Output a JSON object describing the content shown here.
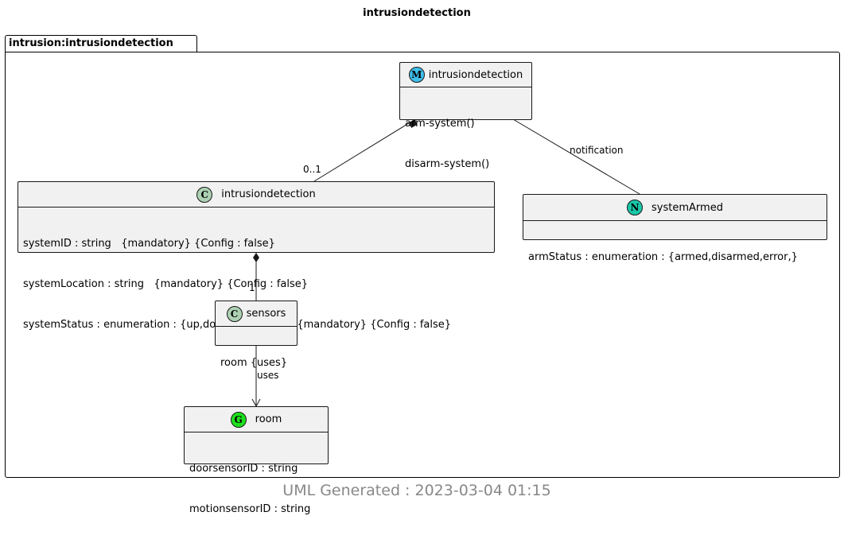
{
  "title": "intrusiondetection",
  "footer": "UML Generated : 2023-03-04 01:15",
  "package": {
    "label": "intrusion:intrusiondetection"
  },
  "nodes": {
    "module": {
      "badge": "M",
      "badge_color": "#3fbfea",
      "name": "intrusiondetection",
      "members": [
        "arm-system()",
        "disarm-system()"
      ]
    },
    "container": {
      "badge": "C",
      "badge_color": "#add1b2",
      "name": "intrusiondetection",
      "members": [
        "systemID : string   {mandatory} {Config : false}",
        "systemLocation : string   {mandatory} {Config : false}",
        "systemStatus : enumeration : {up,down,armed,...}   {mandatory} {Config : false}"
      ]
    },
    "notification": {
      "badge": "N",
      "badge_color": "#19c8a8",
      "name": "systemArmed",
      "members": [
        "armStatus : enumeration : {armed,disarmed,error,}"
      ]
    },
    "sensors": {
      "badge": "C",
      "badge_color": "#add1b2",
      "name": "sensors",
      "members": [
        "room {uses}"
      ]
    },
    "room": {
      "badge": "G",
      "badge_color": "#1ee01e",
      "name": "room",
      "members": [
        "doorsensorID : string",
        "motionsensorID : string"
      ]
    }
  },
  "edges": {
    "module_container_multiplicity": "0..1",
    "module_notification_label": "notification",
    "container_sensors_multiplicity": "1",
    "sensors_room_label": "uses"
  }
}
